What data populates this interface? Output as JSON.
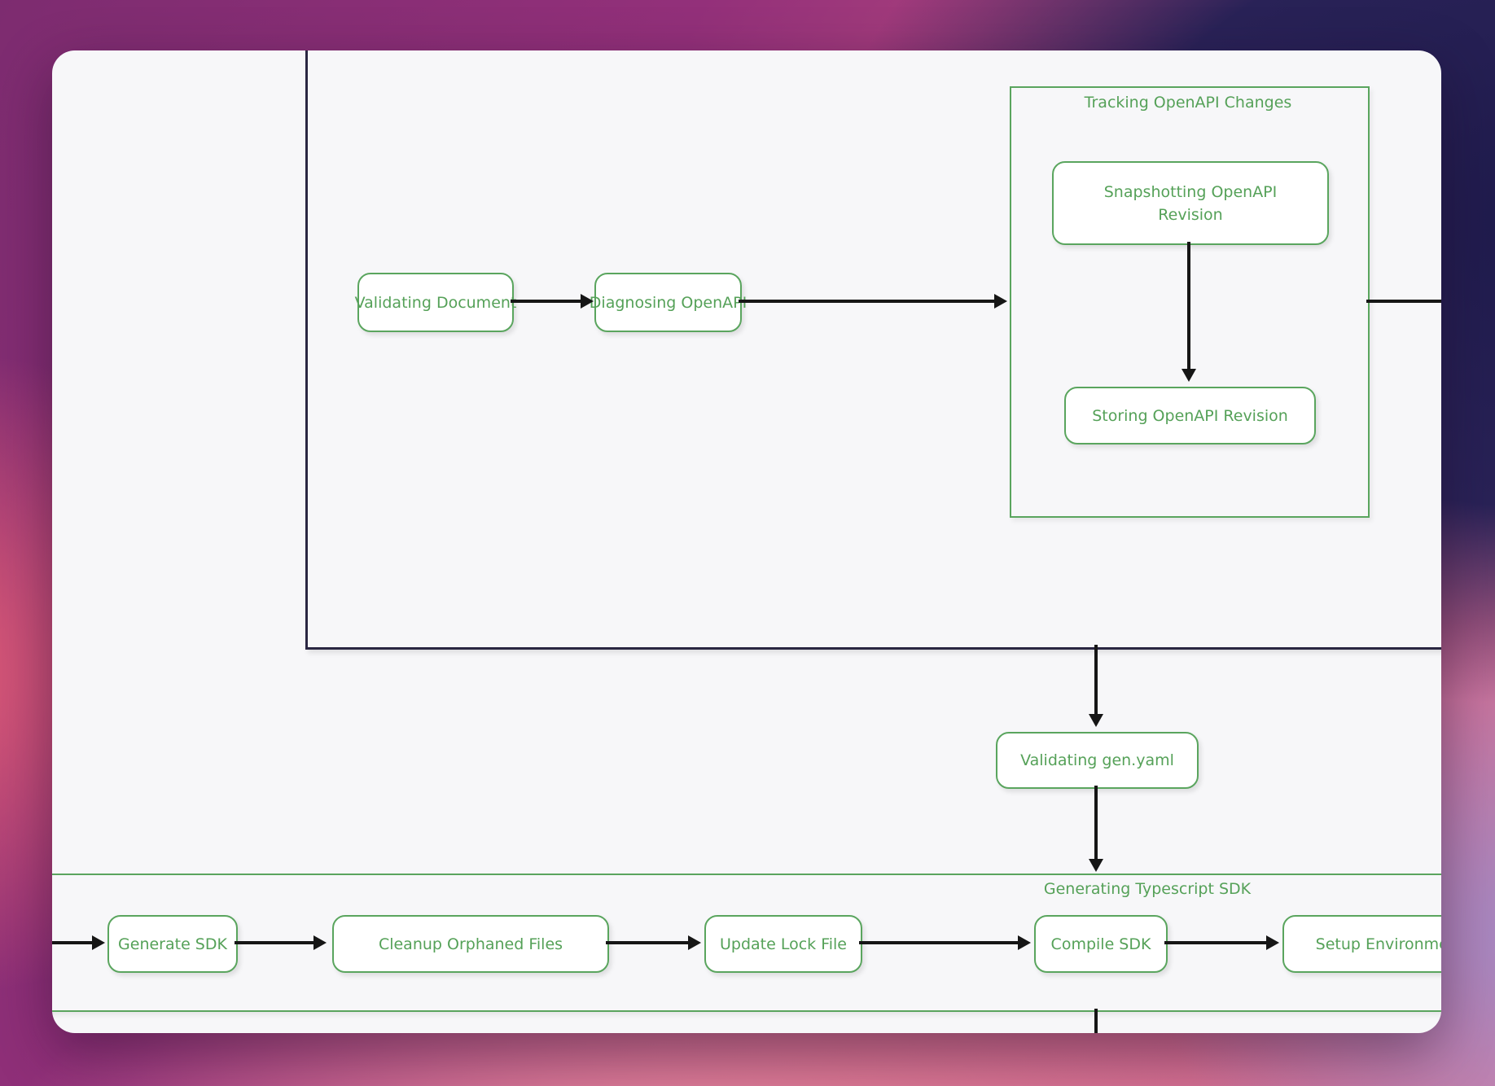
{
  "diagram": {
    "type": "flowchart",
    "containers": {
      "tracking": {
        "label": "Tracking OpenAPI Changes"
      },
      "generating_ts_sdk": {
        "label": "Generating Typescript SDK"
      }
    },
    "nodes": {
      "validating_document": {
        "label": "Validating Document"
      },
      "diagnosing_openapi": {
        "label": "Diagnosing OpenAPI"
      },
      "snapshotting_openapi_revision": {
        "line1": "Snapshotting OpenAPI",
        "line2": "Revision"
      },
      "storing_openapi_revision": {
        "label": "Storing OpenAPI Revision"
      },
      "validating_gen_yaml": {
        "label": "Validating gen.yaml"
      },
      "generate_sdk": {
        "label": "Generate SDK"
      },
      "cleanup_orphaned_files": {
        "label": "Cleanup Orphaned Files"
      },
      "update_lock_file": {
        "label": "Update Lock File"
      },
      "compile_sdk": {
        "label": "Compile SDK"
      },
      "setup_environment": {
        "label": "Setup Environment"
      }
    },
    "edges": [
      "Validating Document -> Diagnosing OpenAPI",
      "Diagnosing OpenAPI -> Tracking OpenAPI Changes",
      "Snapshotting OpenAPI Revision -> Storing OpenAPI Revision",
      "Tracking OpenAPI Changes -> (off-screen right)",
      "(outer workflow box) -> Validating gen.yaml",
      "Validating gen.yaml -> Generating Typescript SDK",
      "(off-screen left) -> Generate SDK",
      "Generate SDK -> Cleanup Orphaned Files",
      "Cleanup Orphaned Files -> Update Lock File",
      "Update Lock File -> Compile SDK",
      "Compile SDK -> Setup Environment",
      "Generating Typescript SDK -> (off-screen bottom)"
    ],
    "colors": {
      "node_border": "#5aa55e",
      "node_text": "#55a158",
      "container_border": "#5aa55e",
      "outer_container_border": "#2a2742",
      "edge": "#161616",
      "node_fill": "#ffffff",
      "card_background": "#f7f7f9"
    }
  }
}
